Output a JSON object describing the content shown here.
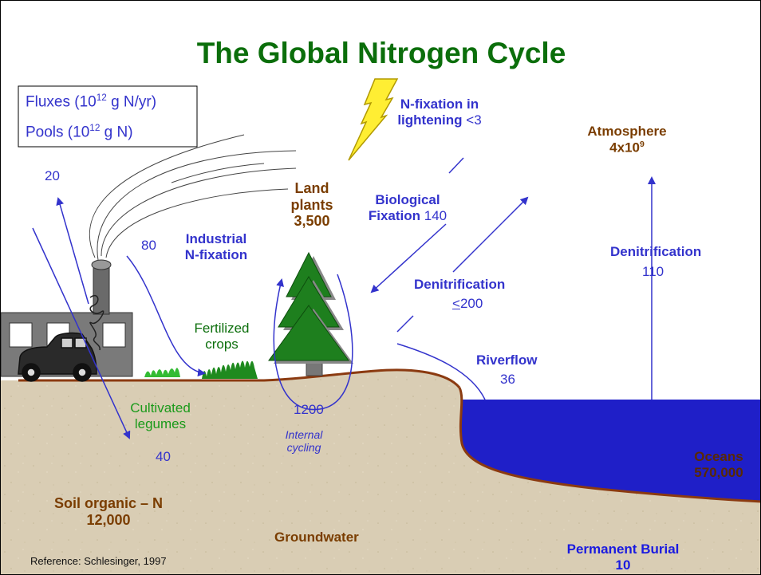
{
  "title": "The Global Nitrogen Cycle",
  "legend": {
    "fluxes_prefix": "Fluxes (10",
    "fluxes_exp": "12",
    "fluxes_suffix": " g N/yr)",
    "pools_prefix": "Pools  (10",
    "pools_exp": "12",
    "pools_suffix": " g N)"
  },
  "labels": {
    "n_fixation_lightning_line1": "N-fixation in",
    "n_fixation_lightning_line2_bold": "lightening",
    "n_fixation_lightning_value": " <3",
    "atmosphere": "Atmosphere",
    "atmosphere_value_base": "4x10",
    "atmosphere_value_exp": "9",
    "land_plants_line1": "Land",
    "land_plants_line2": "plants",
    "land_plants_value": "3,500",
    "biological_fixation_line1": "Biological",
    "biological_fixation_line2_bold": "Fixation",
    "biological_fixation_value": " 140",
    "industrial_line1": "Industrial",
    "industrial_line2": "N-fixation",
    "flux_20": "20",
    "flux_80": "80",
    "denitrification_land": "Denitrification",
    "denitrification_land_value": "<200",
    "denitrification_ocean": "Denitrification",
    "denitrification_ocean_value": "110",
    "fertilized_line1": "Fertilized",
    "fertilized_line2": "crops",
    "riverflow": "Riverflow",
    "riverflow_value": "36",
    "cultivated_line1": "Cultivated",
    "cultivated_line2": "legumes",
    "internal_value": "1200",
    "internal_line1": "Internal",
    "internal_line2": "cycling",
    "flux_40": "40",
    "oceans": "Oceans",
    "oceans_value": "570,000",
    "soil_line1": "Soil organic – N",
    "soil_value": "12,000",
    "groundwater": "Groundwater",
    "burial_line1": "Permanent Burial",
    "burial_value": "10",
    "reference": "Reference: Schlesinger, 1997"
  },
  "colors": {
    "title": "#0b6e0b",
    "flux_blue": "#3333cc",
    "pool_brown": "#7a3d00",
    "crop_green": "#1a9a1a",
    "ocean": "#1f1fc8",
    "soil": "#d9cdb4",
    "tree": "#1e7f1e",
    "lightning": "#ffee33"
  }
}
